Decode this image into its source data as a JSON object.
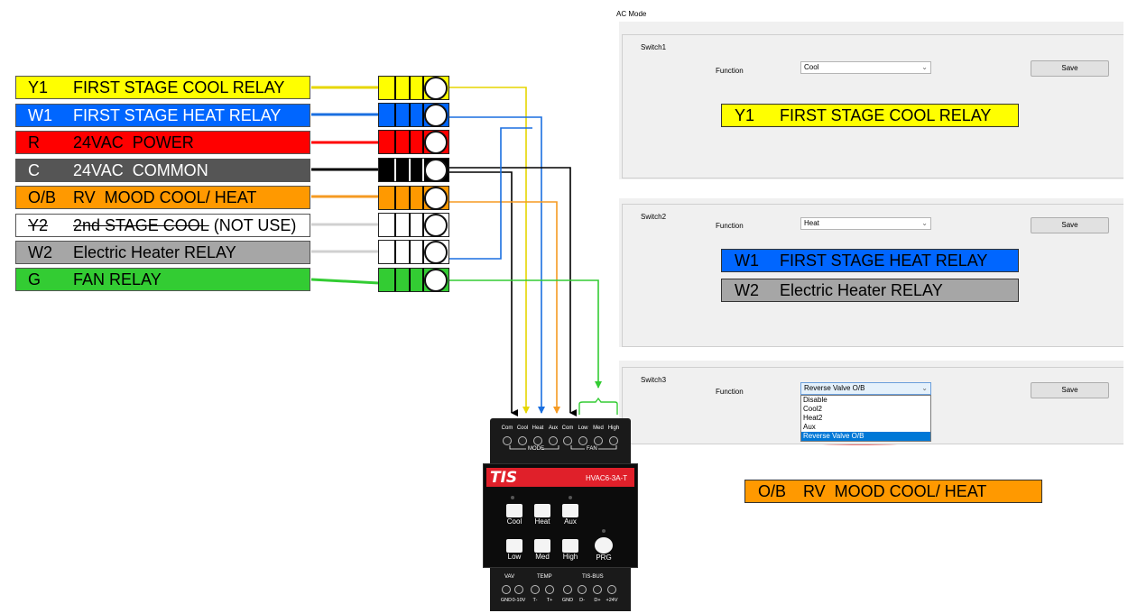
{
  "colors": {
    "yellow": "#ffff00",
    "blue": "#0066ff",
    "red": "#ff0000",
    "dark": "#555555",
    "orange": "#ff9900",
    "white": "#ffffff",
    "gray": "#a6a6a6",
    "green": "#33cc33"
  },
  "left_labels": [
    {
      "code": "Y1",
      "text": "FIRST STAGE COOL RELAY",
      "color": "#ffff00",
      "text_color": "#000000",
      "icon": "none"
    },
    {
      "code": "W1",
      "text": "FIRST STAGE HEAT RELAY",
      "color": "#0066ff",
      "text_color": "#ffffff",
      "icon": "none"
    },
    {
      "code": "R",
      "text": "24VAC  POWER",
      "color": "#ff0000",
      "text_color": "#000000",
      "icon": "none"
    },
    {
      "code": "C",
      "text": "24VAC  COMMON",
      "color": "#555555",
      "text_color": "#ffffff",
      "icon": "none"
    },
    {
      "code": "O/B",
      "text": "RV  MOOD COOL/ HEAT",
      "color": "#ff9900",
      "text_color": "#000000",
      "icon": "none"
    },
    {
      "code": "Y2",
      "text": "2nd STAGE COOL",
      "suffix": "(NOT USE)",
      "color": "#ffffff",
      "text_color": "#000000",
      "strike": true
    },
    {
      "code": "W2",
      "text": "Electric Heater RELAY",
      "color": "#a6a6a6",
      "text_color": "#000000"
    },
    {
      "code": "G",
      "text": "FAN RELAY",
      "color": "#33cc33",
      "text_color": "#000000"
    }
  ],
  "terminal_colors": [
    "#ffff00",
    "#0066ff",
    "#ff0000",
    "#000000",
    "#ff9900",
    "#ffffff",
    "#ffffff",
    "#33cc33"
  ],
  "ac_mode": {
    "title": "AC Mode",
    "function_label": "Function",
    "save_label": "Save",
    "switches": [
      {
        "name": "Switch1",
        "value": "Cool"
      },
      {
        "name": "Switch2",
        "value": "Heat"
      },
      {
        "name": "Switch3",
        "value": "Reverse Valve O/B",
        "options": [
          "Disable",
          "Cool2",
          "Heat2",
          "Aux",
          "Reverse Valve O/B"
        ]
      }
    ]
  },
  "right_labels": [
    {
      "code": "Y1",
      "text": "FIRST STAGE COOL RELAY",
      "color": "#ffff00"
    },
    {
      "code": "W1",
      "text": "FIRST STAGE HEAT RELAY",
      "color": "#0066ff"
    },
    {
      "code": "W2",
      "text": "Electric Heater RELAY",
      "color": "#a6a6a6"
    },
    {
      "code": "O/B",
      "text": "RV  MOOD COOL/ HEAT",
      "color": "#ff9900"
    }
  ],
  "device": {
    "brand": "TIS",
    "model": "HVAC6-3A-T",
    "top_terminals": [
      "Com",
      "Cool",
      "Heat",
      "Aux",
      "Com",
      "Low",
      "Med",
      "High"
    ],
    "mode_label": "MODE",
    "fan_label": "FAN",
    "buttons_row1": [
      "Cool",
      "Heat",
      "Aux"
    ],
    "buttons_row2": [
      "Low",
      "Med",
      "High",
      "PRG"
    ],
    "bottom_groups": {
      "vav": "VAV",
      "temp": "TEMP",
      "bus": "TIS-BUS"
    },
    "bottom_terminals": [
      "GND",
      "0-10V",
      "T-",
      "T+",
      "GND",
      "D-",
      "D+",
      "+24V"
    ]
  }
}
